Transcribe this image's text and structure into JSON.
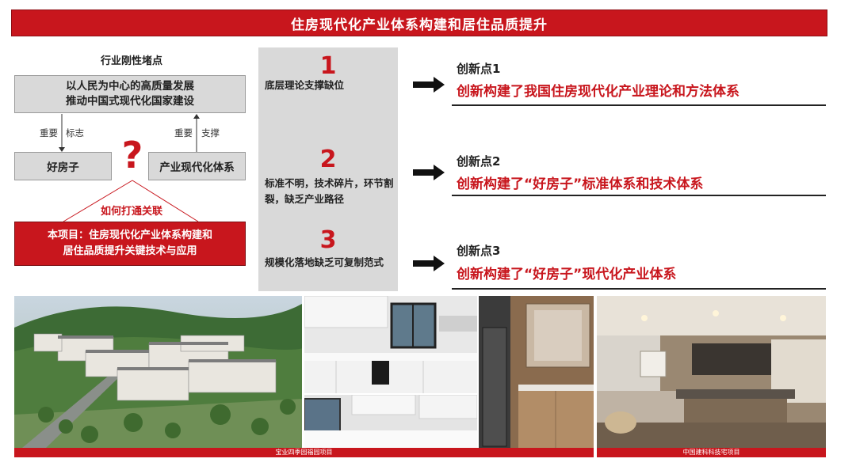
{
  "title": "住房现代化产业体系构建和居住品质提升",
  "left": {
    "heading": "行业刚性堵点",
    "top_box": [
      "以人民为中心的高质量发展",
      "推动中国式现代化国家建设"
    ],
    "left_arrow": {
      "a": "重要",
      "b": "标志"
    },
    "right_arrow": {
      "a": "重要",
      "b": "支撑"
    },
    "left_box": "好房子",
    "right_box": "产业现代化体系",
    "question_mark": "?",
    "link_label": "如何打通关联",
    "project_box": [
      "本项目：住房现代化产业体系构建和",
      "居住品质提升关键技术与应用"
    ]
  },
  "problems": [
    {
      "num": "1",
      "text": "底层理论支撑缺位"
    },
    {
      "num": "2",
      "text": "标准不明，技术碎片，环节割裂，缺乏产业路径"
    },
    {
      "num": "3",
      "text": "规模化落地缺乏可复制范式"
    }
  ],
  "innovations": [
    {
      "label": "创新点1",
      "text": "创新构建了我国住房现代化产业理论和方法体系"
    },
    {
      "label": "创新点2",
      "text": "创新构建了“好房子”标准体系和技术体系"
    },
    {
      "label": "创新点3",
      "text": "创新构建了“好房子”现代化产业体系"
    }
  ],
  "captions": {
    "left": "宝业四季园福园项目",
    "right": "中国建科科技宅项目"
  },
  "colors": {
    "brand_red": "#c8161d",
    "panel_gray": "#d9d9d9"
  }
}
